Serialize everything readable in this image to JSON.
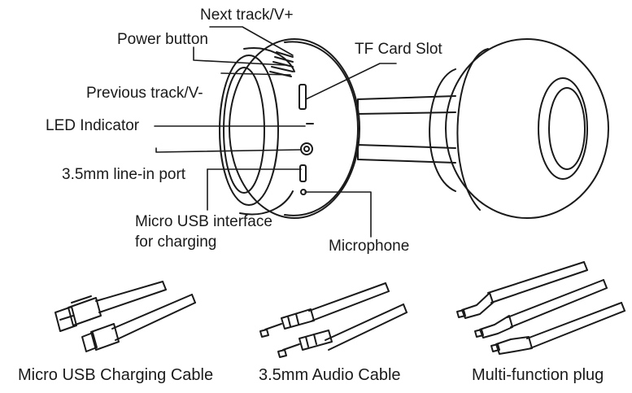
{
  "labels": {
    "next_track": "Next track/V+",
    "power_button": "Power button",
    "previous_track": "Previous track/V-",
    "tf_card_slot": "TF Card Slot",
    "led_indicator": "LED Indicator",
    "line_in": "3.5mm line-in port",
    "micro_usb_line1": "Micro USB interface",
    "micro_usb_line2": "for charging",
    "microphone": "Microphone"
  },
  "captions": {
    "usb_cable": "Micro USB Charging Cable",
    "audio_cable": "3.5mm Audio Cable",
    "multi_plug": "Multi-function plug"
  },
  "colors": {
    "ink": "#1a1a1a",
    "background": "#ffffff"
  }
}
